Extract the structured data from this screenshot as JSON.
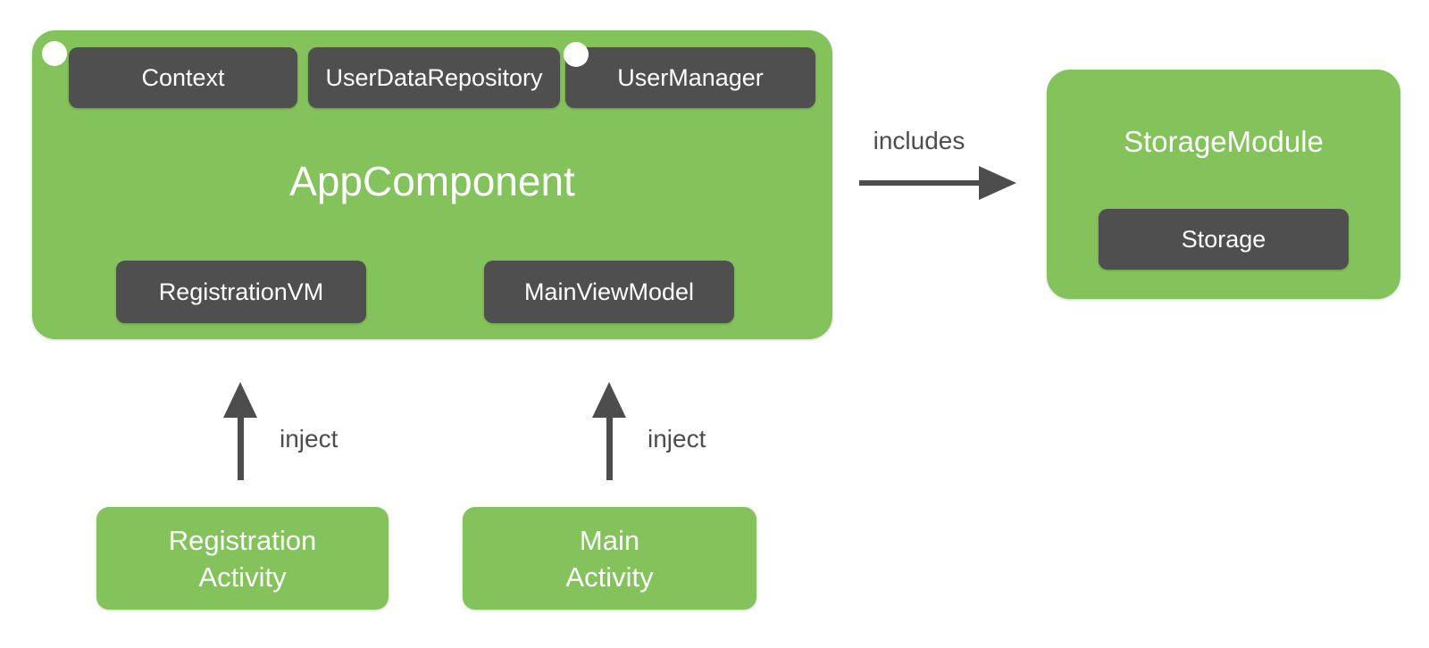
{
  "colors": {
    "node_green": "#84C25C",
    "chip_dark_gray": "#4F4F4F",
    "edge_gray": "#4D4D4D",
    "text_white": "#FFFFFF",
    "background": "#FFFFFF"
  },
  "app_component": {
    "title": "AppComponent",
    "provided": [
      "Context",
      "UserDataRepository",
      "UserManager"
    ],
    "view_models": [
      "RegistrationVM",
      "MainViewModel"
    ],
    "scope_dots": [
      "scope-dot-top-left",
      "scope-dot-user-manager"
    ]
  },
  "storage_module": {
    "title": "StorageModule",
    "provided": "Storage"
  },
  "relations": {
    "includes_label": "includes",
    "inject_left_label": "inject",
    "inject_right_label": "inject"
  },
  "activities": [
    {
      "line1": "Registration",
      "line2": "Activity"
    },
    {
      "line1": "Main",
      "line2": "Activity"
    }
  ]
}
